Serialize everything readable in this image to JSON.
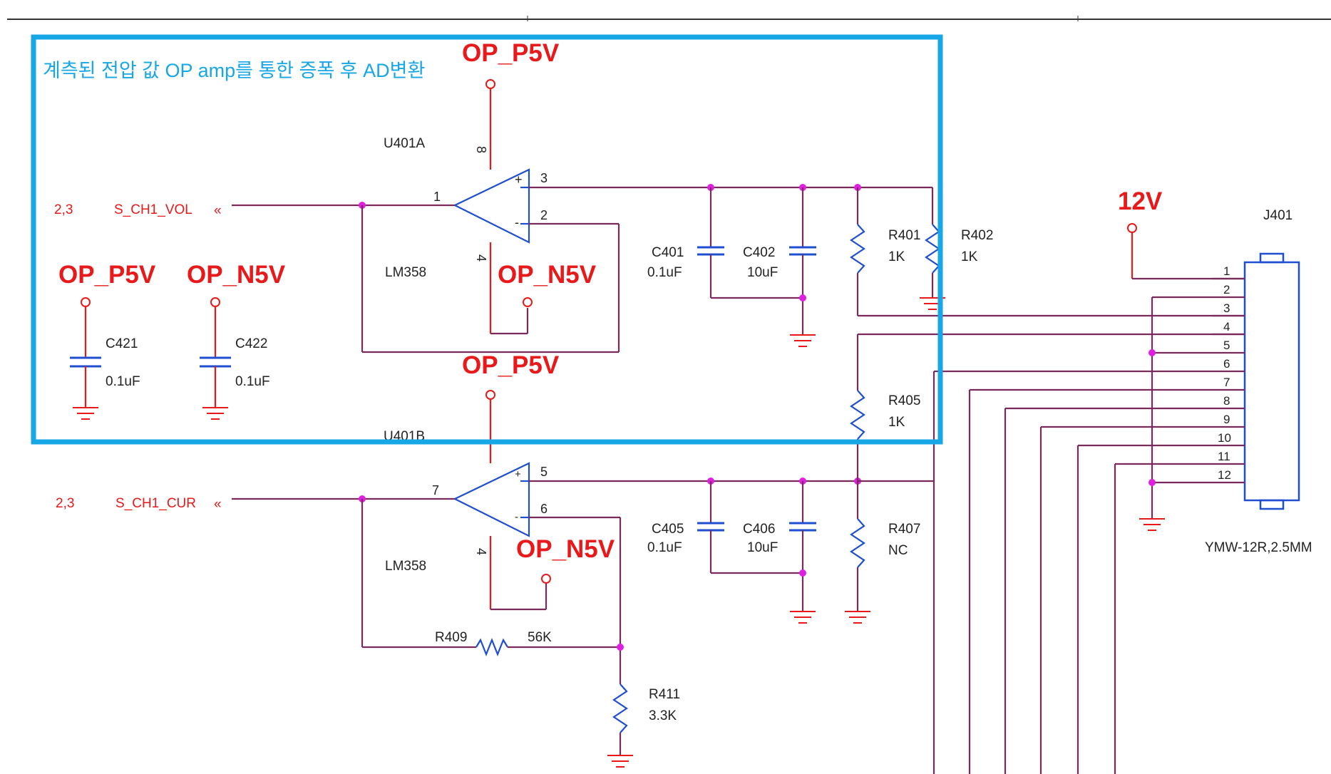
{
  "annotation": {
    "text": "계측된 전압 값 OP amp를 통한 증폭 후 AD변환",
    "color": "#17a6e6"
  },
  "colors": {
    "wire": "#7a2a5a",
    "power": "#e8191a",
    "opamp": "#1f4fd0",
    "junction": "#e020e0",
    "box": "#17a6e6"
  },
  "power_labels": {
    "p5v_top": "OP_P5V",
    "n5v_top": "OP_N5V",
    "p5v_mid": "OP_P5V",
    "n5v_bot": "OP_N5V",
    "p5v_dec": "OP_P5V",
    "n5v_dec": "OP_N5V",
    "v12": "12V"
  },
  "nets": {
    "vol": {
      "ref": "2,3",
      "name": "S_CH1_VOL"
    },
    "cur": {
      "ref": "2,3",
      "name": "S_CH1_CUR"
    }
  },
  "opamps": [
    {
      "ref": "U401A",
      "part": "LM358",
      "out_pin": "1",
      "plus_pin": "3",
      "minus_pin": "2",
      "vcc_pin": "8",
      "vee_pin": "4"
    },
    {
      "ref": "U401B",
      "part": "LM358",
      "out_pin": "7",
      "plus_pin": "5",
      "minus_pin": "6",
      "vee_pin": "4"
    }
  ],
  "components": {
    "c401": {
      "ref": "C401",
      "value": "0.1uF"
    },
    "c402": {
      "ref": "C402",
      "value": "10uF"
    },
    "r401": {
      "ref": "R401",
      "value": "1K"
    },
    "r402": {
      "ref": "R402",
      "value": "1K"
    },
    "r405": {
      "ref": "R405",
      "value": "1K"
    },
    "c405": {
      "ref": "C405",
      "value": "0.1uF"
    },
    "c406": {
      "ref": "C406",
      "value": "10uF"
    },
    "r407": {
      "ref": "R407",
      "value": "NC"
    },
    "r409": {
      "ref": "R409",
      "value": "56K"
    },
    "r411": {
      "ref": "R411",
      "value": "3.3K"
    },
    "c421": {
      "ref": "C421",
      "value": "0.1uF"
    },
    "c422": {
      "ref": "C422",
      "value": "0.1uF"
    }
  },
  "connector": {
    "ref": "J401",
    "part": "YMW-12R,2.5MM",
    "pins": [
      "1",
      "2",
      "3",
      "4",
      "5",
      "6",
      "7",
      "8",
      "9",
      "10",
      "11",
      "12"
    ]
  }
}
